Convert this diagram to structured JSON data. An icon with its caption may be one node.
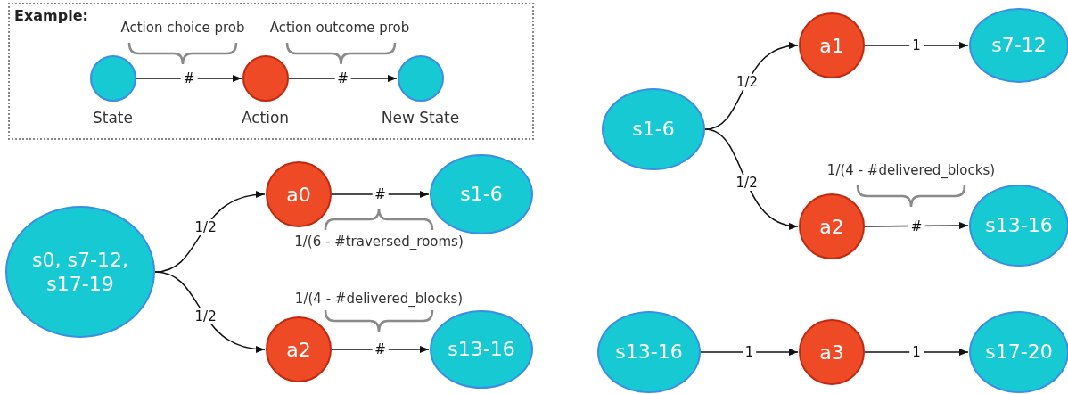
{
  "diagram": {
    "nodes": [
      {
        "text": [
          "Example:"
        ]
      },
      {
        "text": [],
        "shape": "circle",
        "in": 0,
        "beside": [
          "State"
        ]
      },
      {
        "text": [],
        "shape": "circle",
        "in": 0,
        "beside": [
          "Action"
        ]
      },
      {
        "text": [],
        "shape": "circle",
        "in": 0,
        "beside": [
          "New State"
        ]
      },
      {
        "text": [
          "s0, s7-12, s17-19"
        ]
      },
      {
        "text": [
          "a0"
        ]
      },
      {
        "text": [
          "s1-6"
        ]
      },
      {
        "text": [
          "a2"
        ]
      },
      {
        "text": [
          "s13-16"
        ]
      },
      {
        "text": [
          "s1-6"
        ]
      },
      {
        "text": [
          "a1"
        ]
      },
      {
        "text": [
          "s7-12"
        ]
      },
      {
        "text": [
          "a2"
        ]
      },
      {
        "text": [
          "s13-16"
        ]
      },
      {
        "text": [
          "s13-16"
        ]
      },
      {
        "text": [
          "a3"
        ]
      },
      {
        "text": [
          "s17-20"
        ]
      }
    ],
    "edges": [
      {
        "from": 1,
        "to": 2,
        "arrow": "to",
        "label": "#"
      },
      {
        "from": 2,
        "to": 3,
        "arrow": "to",
        "label": "#"
      },
      {
        "from": 4,
        "to": 5,
        "arrow": "to",
        "label": "1/2"
      },
      {
        "from": 4,
        "to": 7,
        "arrow": "to",
        "label": "1/2"
      },
      {
        "from": 5,
        "to": 6,
        "arrow": "to",
        "label": "#"
      },
      {
        "from": 7,
        "to": 8,
        "arrow": "to",
        "label": "#"
      },
      {
        "from": 9,
        "to": 10,
        "arrow": "to",
        "label": "1/2"
      },
      {
        "from": 9,
        "to": 12,
        "arrow": "to",
        "label": "1/2"
      },
      {
        "from": 10,
        "to": 11,
        "arrow": "to",
        "label": "1"
      },
      {
        "from": 12,
        "to": 13,
        "arrow": "to",
        "label": "#"
      },
      {
        "from": 14,
        "to": 15,
        "arrow": "to",
        "label": "1"
      },
      {
        "from": 15,
        "to": 16,
        "arrow": "to",
        "label": "1"
      }
    ],
    "labels": [
      "Action choice prob",
      "Action outcome prob",
      "1/(6 - #traversed_rooms)",
      "1/(4 - #delivered_blocks)",
      "1/(4 - #delivered_blocks)"
    ]
  }
}
